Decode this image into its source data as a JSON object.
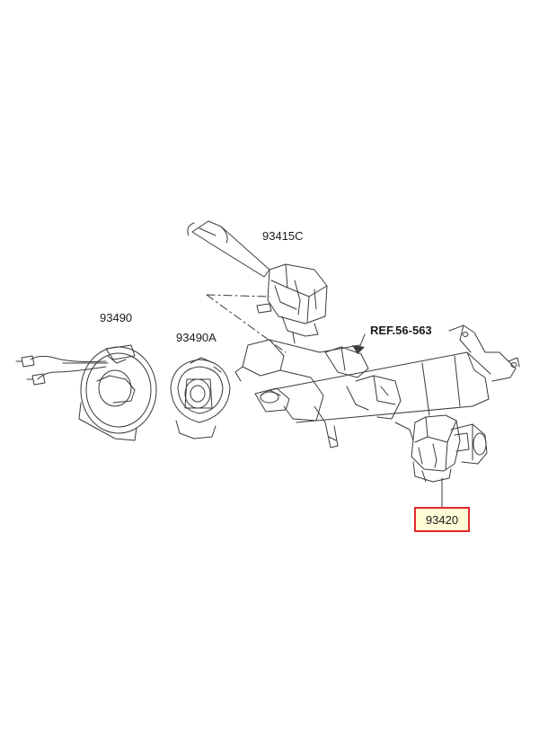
{
  "parts": {
    "wiper_switch": "93415C",
    "clock_spring": "93490",
    "clock_spring_a": "93490A",
    "reference": "REF.56-563",
    "light_switch": "93420"
  },
  "colors": {
    "line": "#3a3a3a",
    "highlight_border": "#e0272b",
    "highlight_fill": "#fffcd6"
  }
}
